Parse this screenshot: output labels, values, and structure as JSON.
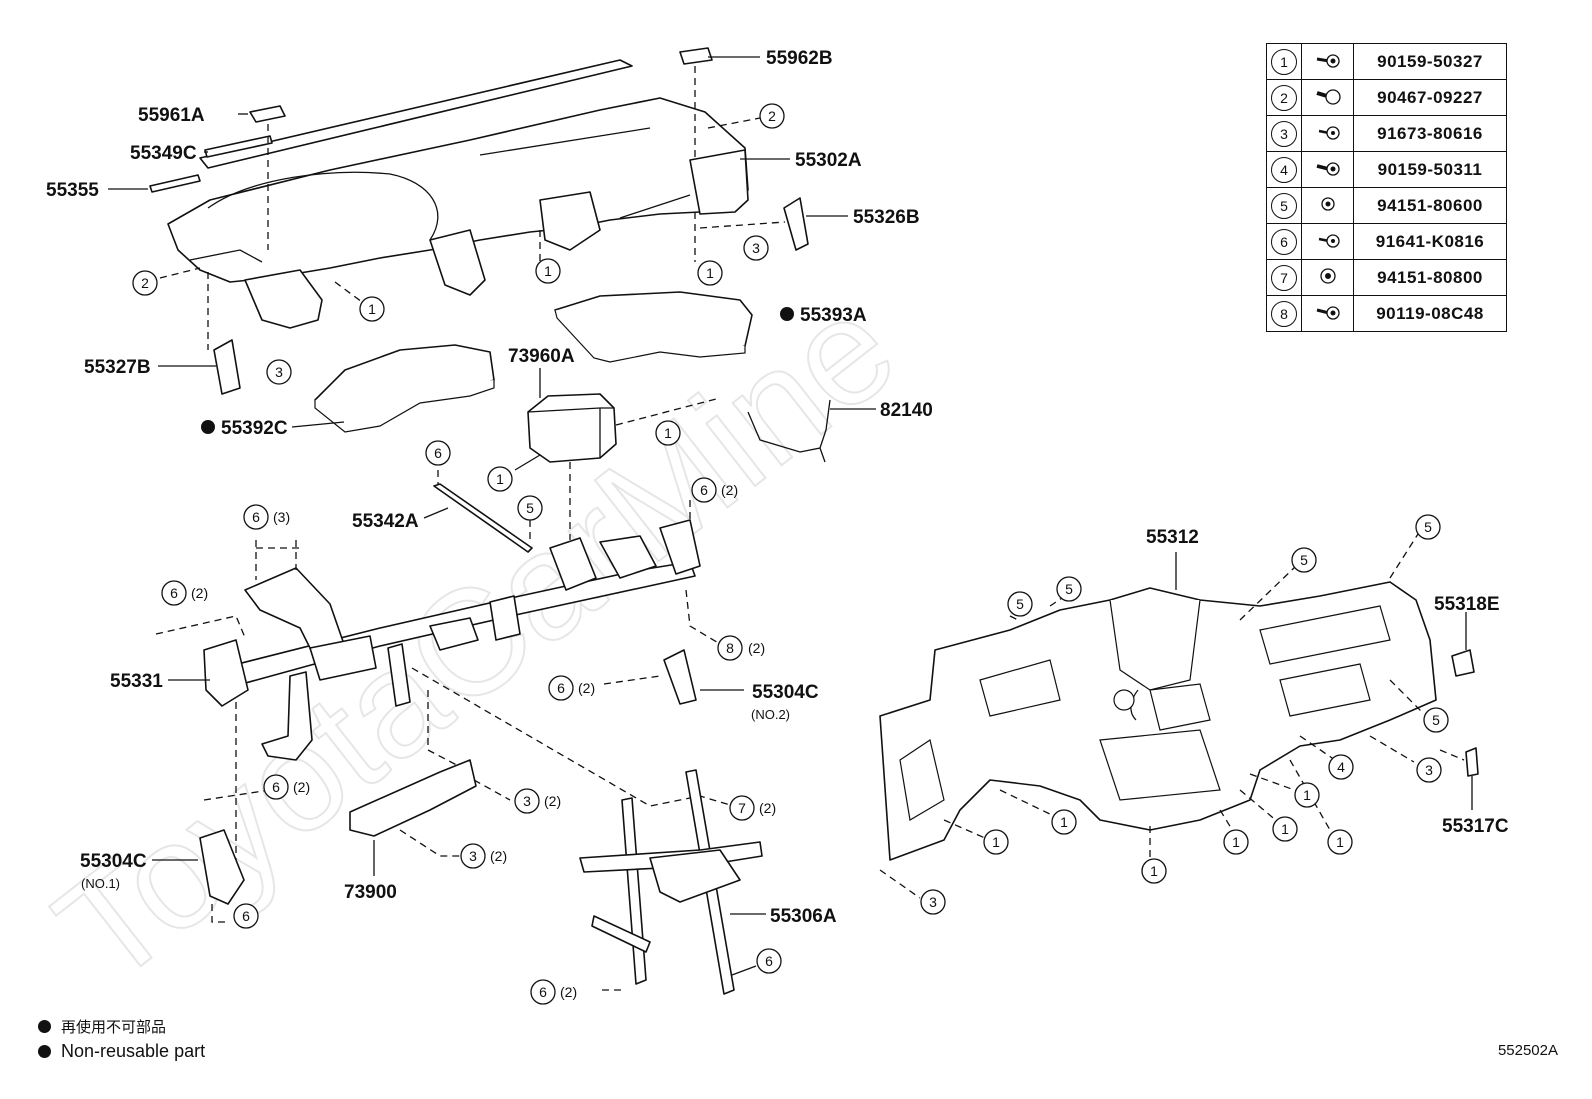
{
  "watermark": "ToyotaCarMine",
  "labels": {
    "p55962B": "55962B",
    "p55961A": "55961A",
    "p55349C": "55349C",
    "p55355": "55355",
    "p55302A": "55302A",
    "p55326B": "55326B",
    "p55393A": "55393A",
    "p55327B": "55327B",
    "p73960A": "73960A",
    "p82140": "82140",
    "p55392C": "55392C",
    "p55342A": "55342A",
    "p55331": "55331",
    "p55304C_no2": "55304C",
    "p55304C_no2_sub": "(NO.2)",
    "p55304C_no1": "55304C",
    "p55304C_no1_sub": "(NO.1)",
    "p73900": "73900",
    "p55306A": "55306A",
    "p55312": "55312",
    "p55318E": "55318E",
    "p55317C": "55317C"
  },
  "callouts": {
    "c1": "1",
    "c2": "2",
    "c3": "3",
    "c4": "4",
    "c5": "5",
    "c6": "6",
    "c7": "7",
    "c8": "8"
  },
  "quantities": {
    "q2": "(2)",
    "q3": "(3)"
  },
  "fastener_table": [
    {
      "ref": "1",
      "part": "90159-50327"
    },
    {
      "ref": "2",
      "part": "90467-09227"
    },
    {
      "ref": "3",
      "part": "91673-80616"
    },
    {
      "ref": "4",
      "part": "90159-50311"
    },
    {
      "ref": "5",
      "part": "94151-80600"
    },
    {
      "ref": "6",
      "part": "91641-K0816"
    },
    {
      "ref": "7",
      "part": "94151-80800"
    },
    {
      "ref": "8",
      "part": "90119-08C48"
    }
  ],
  "legend": {
    "jp": "再使用不可部品",
    "en": "Non-reusable part"
  },
  "diagram_code": "552502A"
}
